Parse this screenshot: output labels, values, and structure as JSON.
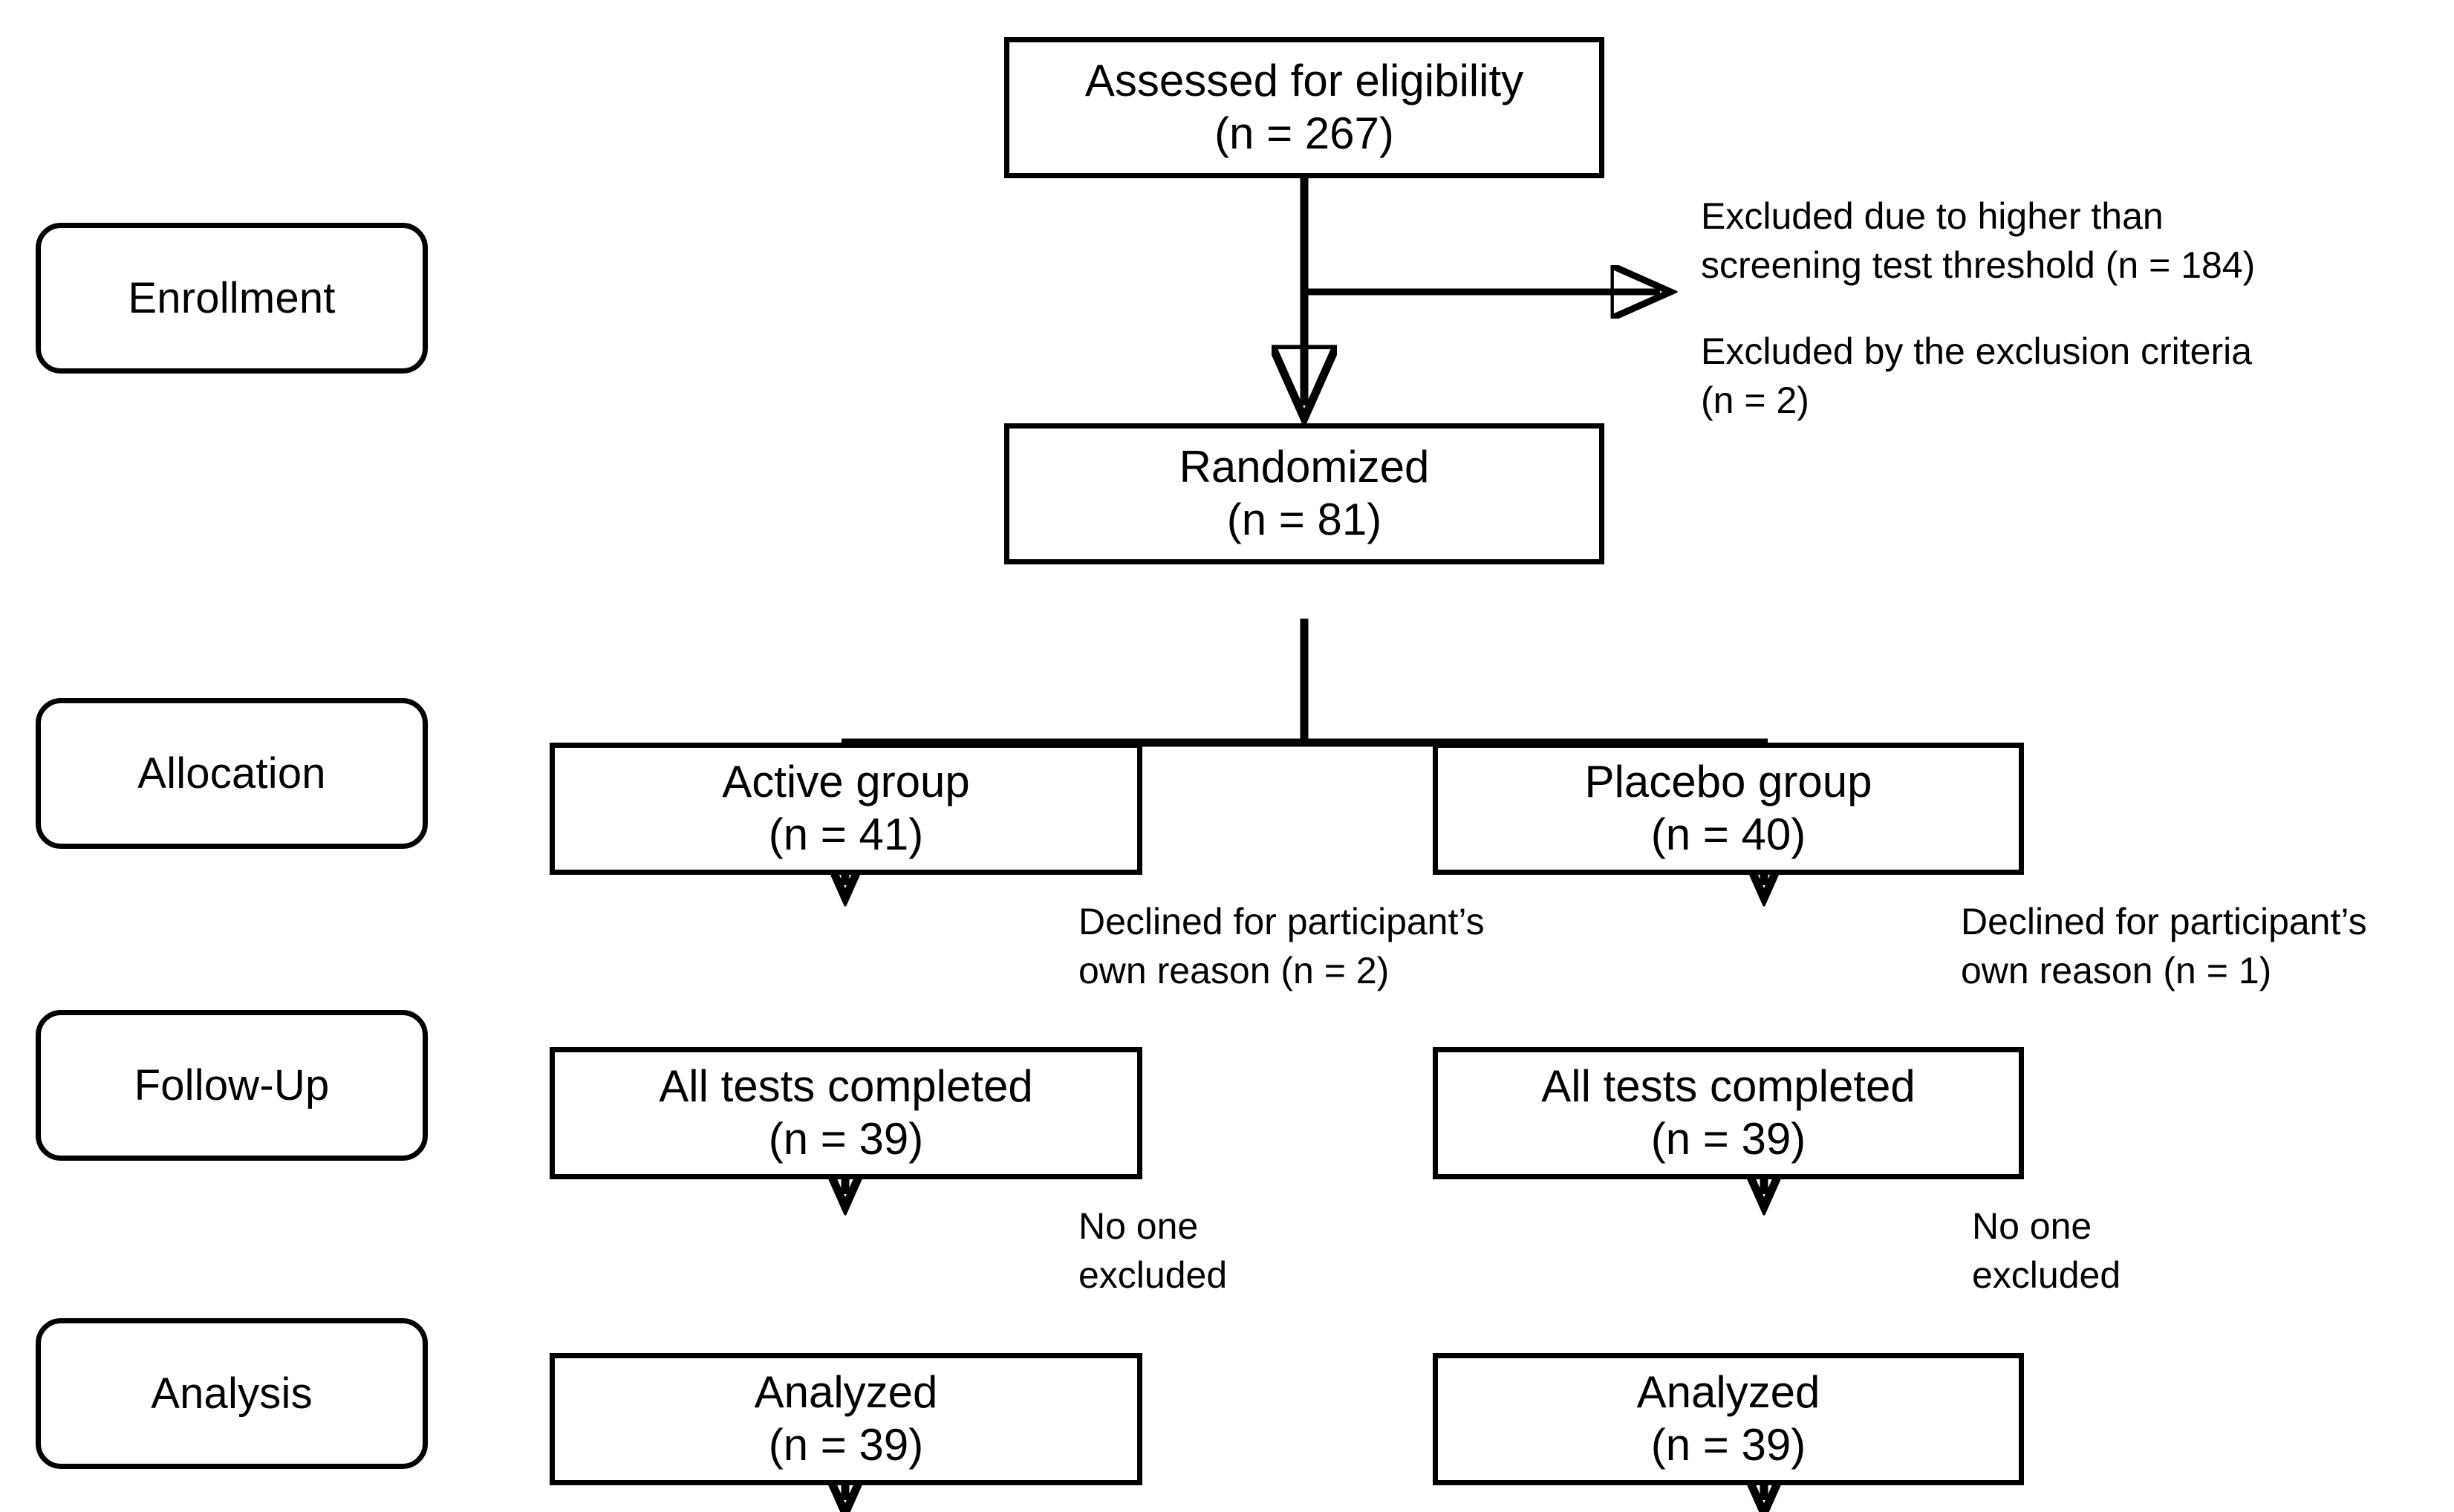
{
  "diagram": {
    "type": "consort-flow-diagram",
    "colors": {
      "line": "#000000",
      "box_fill": "#ffffff",
      "text": "#000000",
      "background": "#ffffff"
    }
  },
  "stages": [
    {
      "label": "Enrollment"
    },
    {
      "label": "Allocation"
    },
    {
      "label": "Follow-Up"
    },
    {
      "label": "Analysis"
    }
  ],
  "boxes": {
    "assessed": {
      "title": "Assessed for eligibility",
      "count": "(n = 267)"
    },
    "randomized": {
      "title": "Randomized",
      "count": "(n = 81)"
    },
    "active_group": {
      "title": "Active group",
      "count": "(n = 41)"
    },
    "placebo_group": {
      "title": "Placebo group",
      "count": "(n = 40)"
    },
    "active_completed": {
      "title": "All tests completed",
      "count": "(n = 39)"
    },
    "placebo_completed": {
      "title": "All tests completed",
      "count": "(n = 39)"
    },
    "active_analyzed": {
      "title": "Analyzed",
      "count": "(n = 39)"
    },
    "placebo_analyzed": {
      "title": "Analyzed",
      "count": "(n = 39)"
    }
  },
  "notes": {
    "excluded_threshold": "Excluded due to higher than\nscreening test threshold (n = 184)",
    "excluded_criteria": "Excluded by the exclusion criteria\n(n = 2)",
    "active_declined": "Declined for participant’s\nown reason (n = 2)",
    "placebo_declined": "Declined for participant’s\nown reason (n = 1)",
    "active_no_exclusion": "No one\nexcluded",
    "placebo_no_exclusion": "No one\nexcluded"
  }
}
